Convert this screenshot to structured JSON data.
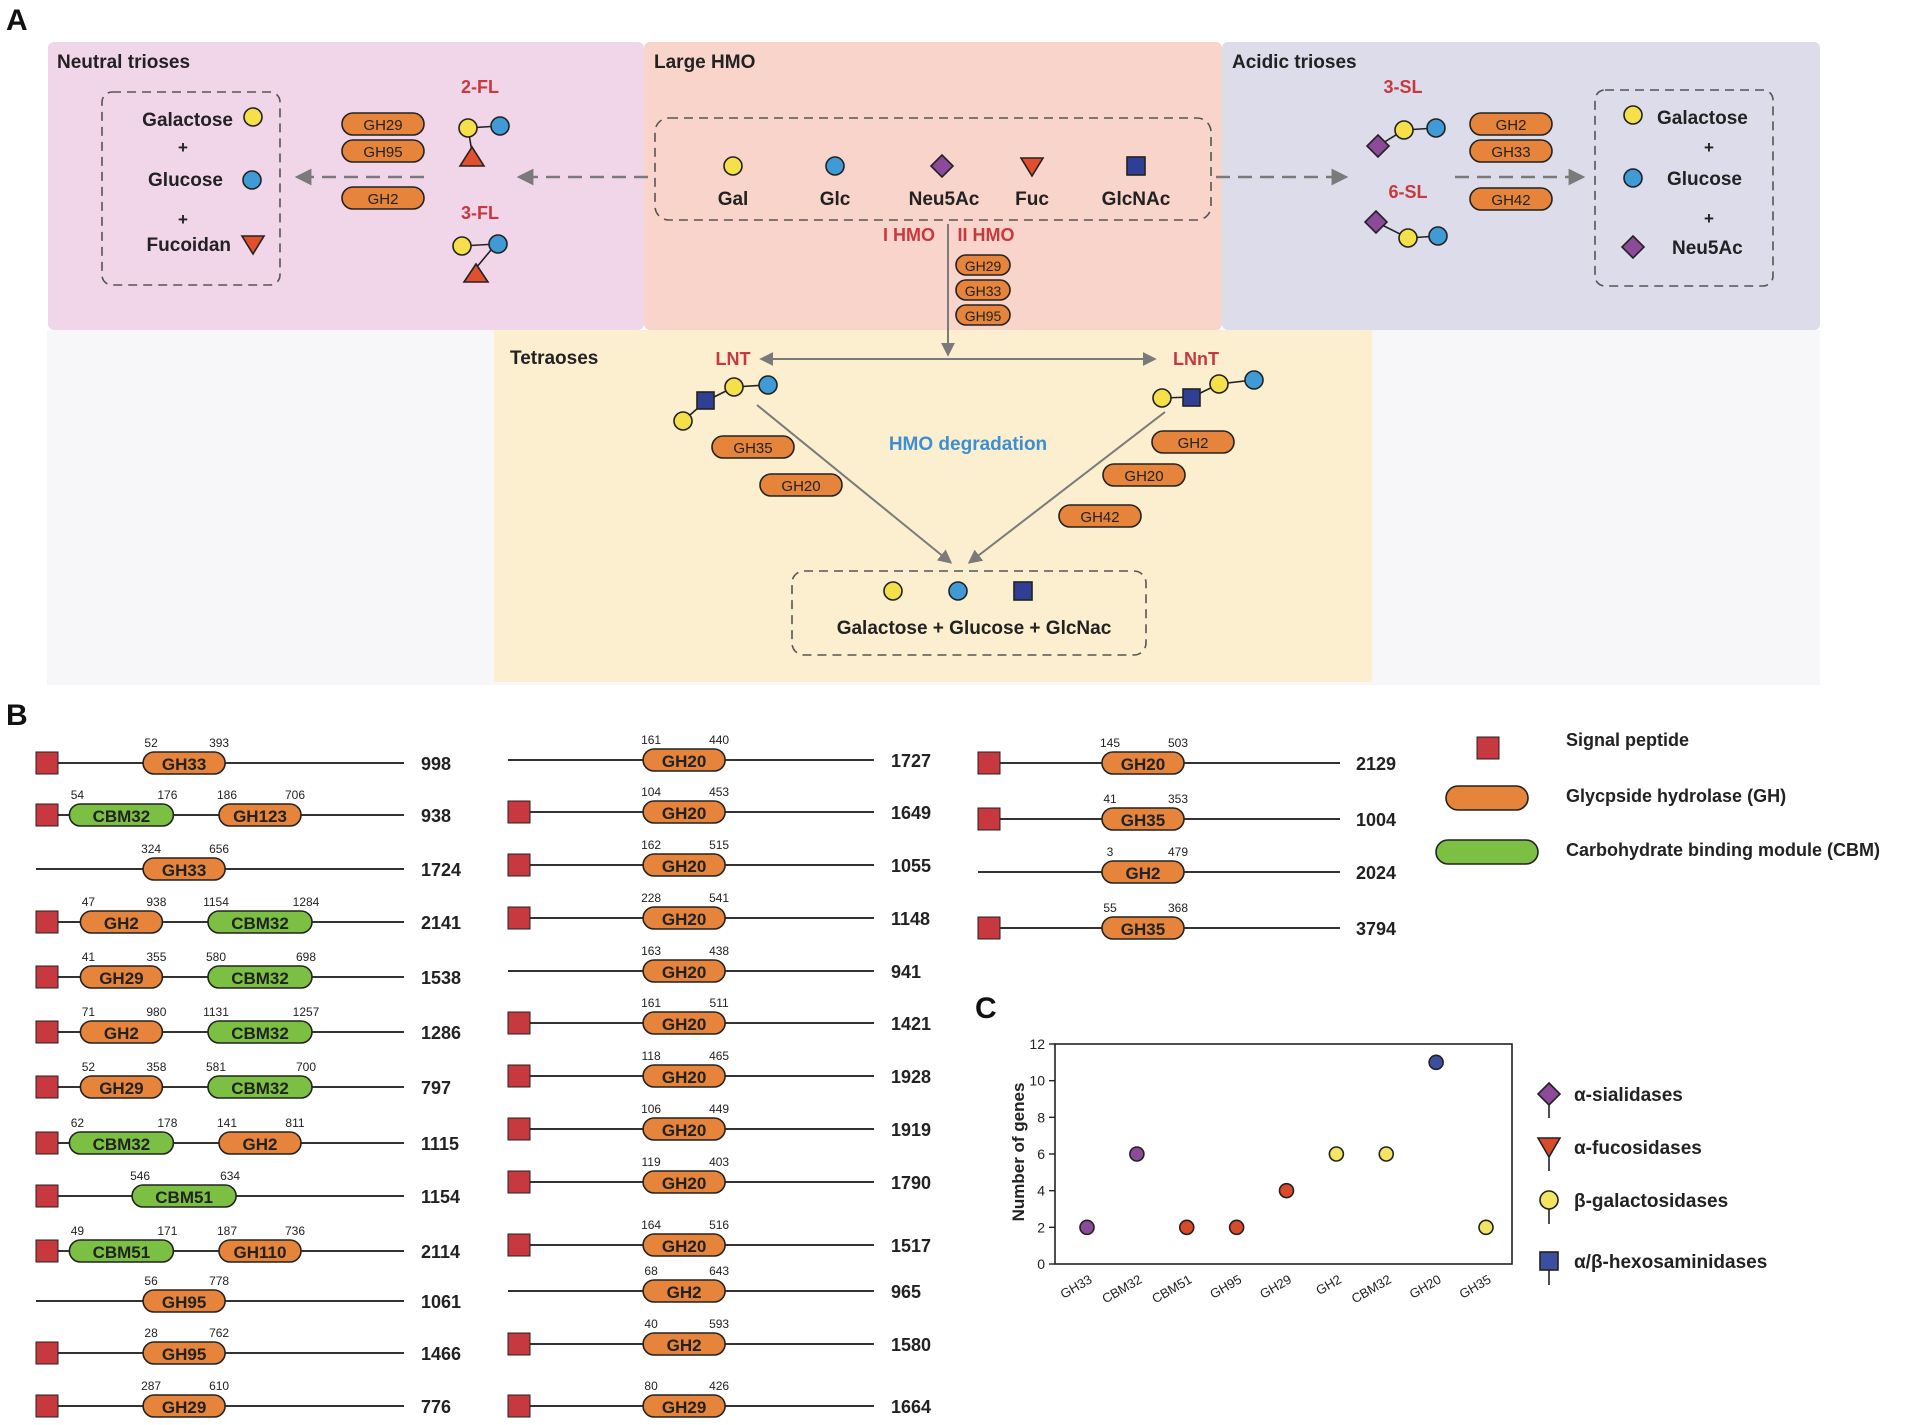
{
  "panel_a": {
    "letter": "A",
    "neutral": {
      "title": "Neutral trioses",
      "products": [
        "Galactose",
        "+",
        "Glucose",
        "+",
        "Fucoidan"
      ],
      "fl2": "2-FL",
      "fl3": "3-FL",
      "enzymes": [
        "GH29",
        "GH95",
        "GH2"
      ]
    },
    "large": {
      "title": "Large HMO",
      "legend": [
        "Gal",
        "Glc",
        "Neu5Ac",
        "Fuc",
        "GlcNAc"
      ],
      "hmo1": "I HMO",
      "hmo2": "II HMO",
      "enzymes": [
        "GH29",
        "GH33",
        "GH95"
      ]
    },
    "acidic": {
      "title": "Acidic trioses",
      "sl3": "3-SL",
      "sl6": "6-SL",
      "enzymes": [
        "GH2",
        "GH33",
        "GH42"
      ],
      "products": [
        "Galactose",
        "+",
        "Glucose",
        "+",
        "Neu5Ac"
      ]
    },
    "tetra": {
      "title": "Tetraoses",
      "lnt": "LNT",
      "lnnt": "LNnT",
      "center": "HMO degradation",
      "left_enzymes": [
        "GH35",
        "GH20"
      ],
      "right_enzymes": [
        "GH2",
        "GH20",
        "GH42"
      ],
      "products": "Galactose + Glucose + GlcNac"
    }
  },
  "panel_b": {
    "letter": "B",
    "columns": [
      [
        {
          "sp": true,
          "len": "998",
          "domains": [
            {
              "name": "GH33",
              "type": "GH",
              "start": "52",
              "end": "393"
            }
          ]
        },
        {
          "sp": true,
          "len": "938",
          "domains": [
            {
              "name": "CBM32",
              "type": "CBM",
              "start": "54",
              "end": "176"
            },
            {
              "name": "GH123",
              "type": "GH",
              "start": "186",
              "end": "706"
            }
          ]
        },
        {
          "sp": false,
          "len": "1724",
          "domains": [
            {
              "name": "GH33",
              "type": "GH",
              "start": "324",
              "end": "656"
            }
          ]
        },
        {
          "sp": true,
          "len": "2141",
          "domains": [
            {
              "name": "GH2",
              "type": "GH",
              "start": "47",
              "end": "938"
            },
            {
              "name": "CBM32",
              "type": "CBM",
              "start": "1154",
              "end": "1284"
            }
          ]
        },
        {
          "sp": true,
          "len": "1538",
          "domains": [
            {
              "name": "GH29",
              "type": "GH",
              "start": "41",
              "end": "355"
            },
            {
              "name": "CBM32",
              "type": "CBM",
              "start": "580",
              "end": "698"
            }
          ]
        },
        {
          "sp": true,
          "len": "1286",
          "domains": [
            {
              "name": "GH2",
              "type": "GH",
              "start": "71",
              "end": "980"
            },
            {
              "name": "CBM32",
              "type": "CBM",
              "start": "1131",
              "end": "1257"
            }
          ]
        },
        {
          "sp": true,
          "len": "797",
          "domains": [
            {
              "name": "GH29",
              "type": "GH",
              "start": "52",
              "end": "358"
            },
            {
              "name": "CBM32",
              "type": "CBM",
              "start": "581",
              "end": "700"
            }
          ]
        },
        {
          "sp": true,
          "len": "1115",
          "domains": [
            {
              "name": "CBM32",
              "type": "CBM",
              "start": "62",
              "end": "178"
            },
            {
              "name": "GH2",
              "type": "GH",
              "start": "141",
              "end": "811"
            }
          ]
        },
        {
          "sp": true,
          "len": "1154",
          "domains": [
            {
              "name": "CBM51",
              "type": "CBM",
              "start": "546",
              "end": "634"
            }
          ]
        },
        {
          "sp": true,
          "len": "2114",
          "domains": [
            {
              "name": "CBM51",
              "type": "CBM",
              "start": "49",
              "end": "171"
            },
            {
              "name": "GH110",
              "type": "GH",
              "start": "187",
              "end": "736"
            }
          ]
        },
        {
          "sp": false,
          "len": "1061",
          "domains": [
            {
              "name": "GH95",
              "type": "GH",
              "start": "56",
              "end": "778"
            }
          ]
        },
        {
          "sp": true,
          "len": "1466",
          "domains": [
            {
              "name": "GH95",
              "type": "GH",
              "start": "28",
              "end": "762"
            }
          ]
        },
        {
          "sp": true,
          "len": "776",
          "domains": [
            {
              "name": "GH29",
              "type": "GH",
              "start": "287",
              "end": "610"
            }
          ]
        }
      ],
      [
        {
          "sp": false,
          "len": "1727",
          "domains": [
            {
              "name": "GH20",
              "type": "GH",
              "start": "161",
              "end": "440"
            }
          ]
        },
        {
          "sp": true,
          "len": "1649",
          "domains": [
            {
              "name": "GH20",
              "type": "GH",
              "start": "104",
              "end": "453"
            }
          ]
        },
        {
          "sp": true,
          "len": "1055",
          "domains": [
            {
              "name": "GH20",
              "type": "GH",
              "start": "162",
              "end": "515"
            }
          ]
        },
        {
          "sp": true,
          "len": "1148",
          "domains": [
            {
              "name": "GH20",
              "type": "GH",
              "start": "228",
              "end": "541"
            }
          ]
        },
        {
          "sp": false,
          "len": "941",
          "domains": [
            {
              "name": "GH20",
              "type": "GH",
              "start": "163",
              "end": "438"
            }
          ]
        },
        {
          "sp": true,
          "len": "1421",
          "domains": [
            {
              "name": "GH20",
              "type": "GH",
              "start": "161",
              "end": "511"
            }
          ]
        },
        {
          "sp": true,
          "len": "1928",
          "domains": [
            {
              "name": "GH20",
              "type": "GH",
              "start": "118",
              "end": "465"
            }
          ]
        },
        {
          "sp": true,
          "len": "1919",
          "domains": [
            {
              "name": "GH20",
              "type": "GH",
              "start": "106",
              "end": "449"
            }
          ]
        },
        {
          "sp": true,
          "len": "1790",
          "domains": [
            {
              "name": "GH20",
              "type": "GH",
              "start": "119",
              "end": "403"
            }
          ]
        },
        {
          "sp": true,
          "len": "1517",
          "domains": [
            {
              "name": "GH20",
              "type": "GH",
              "start": "164",
              "end": "516"
            }
          ]
        },
        {
          "sp": false,
          "len": "965",
          "domains": [
            {
              "name": "GH2",
              "type": "GH",
              "start": "68",
              "end": "643"
            }
          ]
        },
        {
          "sp": true,
          "len": "1580",
          "domains": [
            {
              "name": "GH2",
              "type": "GH",
              "start": "40",
              "end": "593"
            }
          ]
        },
        {
          "sp": true,
          "len": "1664",
          "domains": [
            {
              "name": "GH29",
              "type": "GH",
              "start": "80",
              "end": "426"
            }
          ]
        }
      ],
      [
        {
          "sp": true,
          "len": "2129",
          "domains": [
            {
              "name": "GH20",
              "type": "GH",
              "start": "145",
              "end": "503"
            }
          ]
        },
        {
          "sp": true,
          "len": "1004",
          "domains": [
            {
              "name": "GH35",
              "type": "GH",
              "start": "41",
              "end": "353"
            }
          ]
        },
        {
          "sp": false,
          "len": "2024",
          "domains": [
            {
              "name": "GH2",
              "type": "GH",
              "start": "3",
              "end": "479"
            }
          ]
        },
        {
          "sp": true,
          "len": "3794",
          "domains": [
            {
              "name": "GH35",
              "type": "GH",
              "start": "55",
              "end": "368"
            }
          ]
        }
      ]
    ],
    "legend": [
      "Signal peptide",
      "Glycpside hydrolase (GH)",
      "Carbohydrate binding module (CBM)"
    ]
  },
  "chart_data": {
    "type": "scatter",
    "letter": "C",
    "categories": [
      "GH33",
      "CBM32",
      "CBM51",
      "GH95",
      "GH29",
      "GH2",
      "CBM32",
      "GH20",
      "GH35"
    ],
    "values": [
      2,
      6,
      2,
      2,
      4,
      6,
      6,
      11,
      2
    ],
    "classes": [
      "sialidase",
      "sialidase",
      "fucosidase",
      "fucosidase",
      "fucosidase",
      "galactosidase",
      "galactosidase",
      "hexosaminidase",
      "galactosidase"
    ],
    "ylabel": "Number of genes",
    "ylim": [
      0,
      12
    ],
    "yticks": [
      0,
      2,
      4,
      6,
      8,
      10,
      12
    ],
    "legend": [
      {
        "key": "sialidase",
        "label": "α-sialidases",
        "color": "#8e4a9a",
        "shape": "diamond"
      },
      {
        "key": "fucosidase",
        "label": "α-fucosidases",
        "color": "#d94a2b",
        "shape": "triangle"
      },
      {
        "key": "galactosidase",
        "label": "β-galactosidases",
        "color": "#f3e463",
        "shape": "circle"
      },
      {
        "key": "hexosaminidase",
        "label": "α/β-hexosaminidases",
        "color": "#3c4f9e",
        "shape": "square"
      }
    ],
    "legend_placement": "right"
  },
  "colors": {
    "gal": "#f5e04a",
    "glc": "#3f9ad6",
    "neu5ac": "#8e4a9a",
    "fuc": "#e0502e",
    "glcnac": "#2f3f94",
    "gh": "#e5843a",
    "cbm": "#7cc043",
    "sp": "#c8383f",
    "red_text": "#c8383f",
    "blue_text": "#3d8fd1"
  }
}
